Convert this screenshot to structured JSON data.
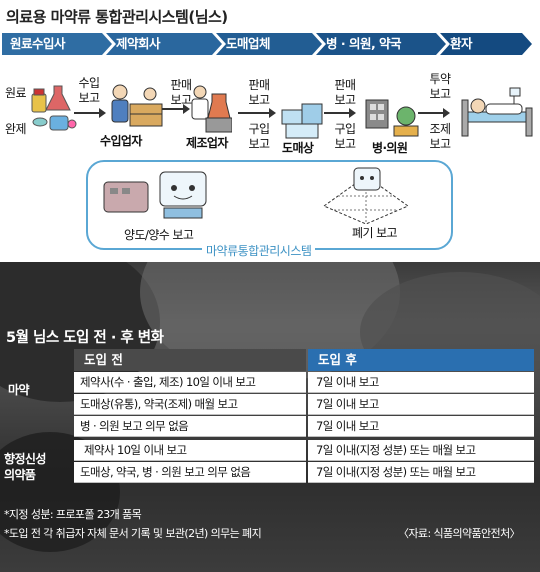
{
  "title": "의료용 마약류 통합관리시스템(님스)",
  "stages": [
    "원료수입사",
    "제약회사",
    "도매업체",
    "병 · 의원, 약국",
    "환자"
  ],
  "flow": {
    "raw_material": "원료",
    "finished_product": "완제",
    "import_report": [
      "수입",
      "보고"
    ],
    "sales_report": [
      "판매",
      "보고"
    ],
    "purchase_report": [
      "구입",
      "보고"
    ],
    "dose_report": [
      "투약",
      "보고"
    ],
    "dispense_report": [
      "조제",
      "보고"
    ],
    "importer": "수입업자",
    "manufacturer": "제조업자",
    "wholesaler": "도매상",
    "clinic": "병·의원",
    "transfer_report": "양도/양수 보고",
    "disposal_report": "폐기 보고",
    "system_name": "마약류통합관리시스템"
  },
  "subtitle": "5월 님스 도입 전 · 후 변화",
  "table": {
    "header_before": "도입 전",
    "header_after": "도입 후",
    "group_narcotics": "마약",
    "group_psychotropics": [
      "향정신성",
      "의약품"
    ],
    "rows": [
      {
        "before": "제약사(수 · 출입, 제조) 10일 이내 보고",
        "after": "7일 이내 보고"
      },
      {
        "before": "도매상(유통), 약국(조제) 매월 보고",
        "after": "7일 이내 보고"
      },
      {
        "before": "병 · 의원 보고 의무 없음",
        "after": "7일 이내  보고"
      },
      {
        "before": "제약사 10일 이내 보고",
        "after": "7일 이내(지정 성분) 또는 매월 보고"
      },
      {
        "before": "도매상, 약국, 병 · 의원 보고 의무 없음",
        "after": "7일 이내(지정 성분) 또는 매월 보고"
      }
    ]
  },
  "notes": {
    "note1": "*지정 성분: 프로포폴 23개 품목",
    "note2": "*도입 전 각 취급자 자체 문서 기록 및 보관(2년) 의무는 폐지",
    "source": "〈자료: 식품의약품안전처〉"
  },
  "colors": {
    "stage_bar": [
      "#2f6da3",
      "#2a679e",
      "#225d93",
      "#1b5389",
      "#144a80"
    ],
    "header_before": "#4a4a4a",
    "header_after": "#2a6fb0",
    "system_outline": "#5aa7d4"
  }
}
